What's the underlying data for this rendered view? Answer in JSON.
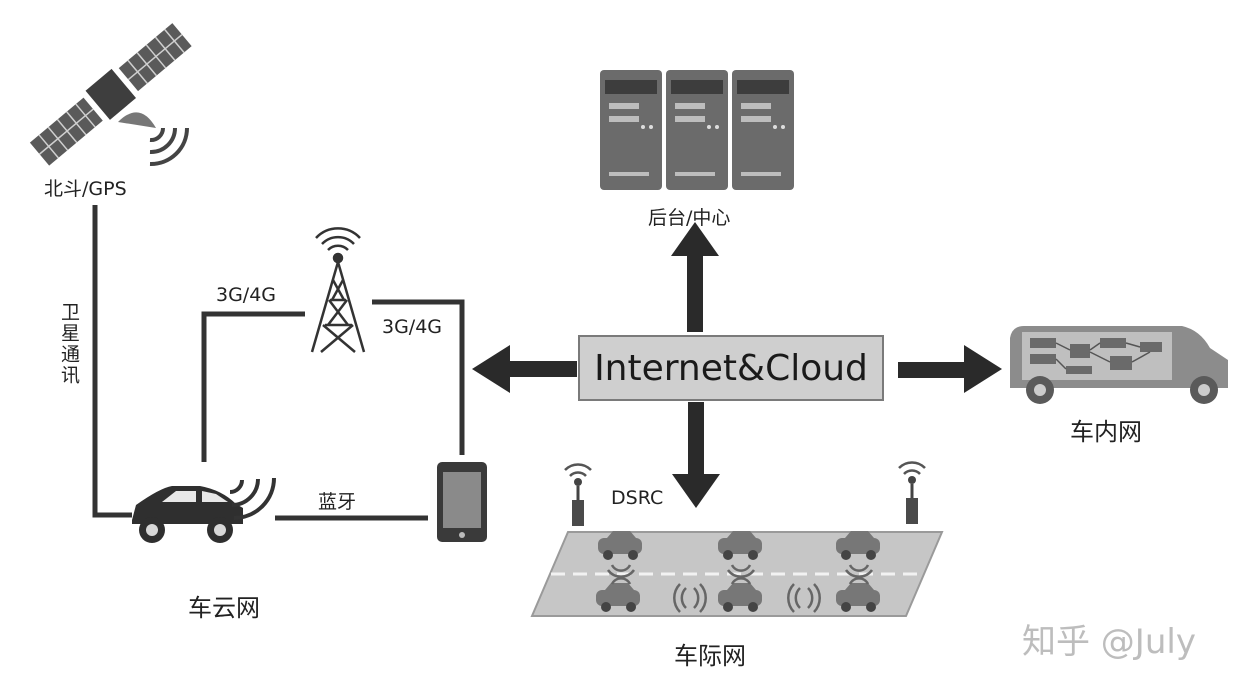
{
  "nodes": {
    "satellite": "北斗/GPS",
    "backend": "后台/中心",
    "cloud": "Internet&Cloud",
    "in_vehicle": "车内网",
    "vehicle_cloud": "车云网",
    "v2v": "车际网"
  },
  "edges": {
    "sat_comm": "卫星通讯",
    "cell_left": "3G/4G",
    "cell_right": "3G/4G",
    "bluetooth": "蓝牙",
    "dsrc": "DSRC"
  },
  "watermark": "知乎 @July",
  "colors": {
    "line": "#333333",
    "arrow": "#2a2a2a",
    "box_fill": "#cfcfcf",
    "server": "#6b6b6b"
  }
}
